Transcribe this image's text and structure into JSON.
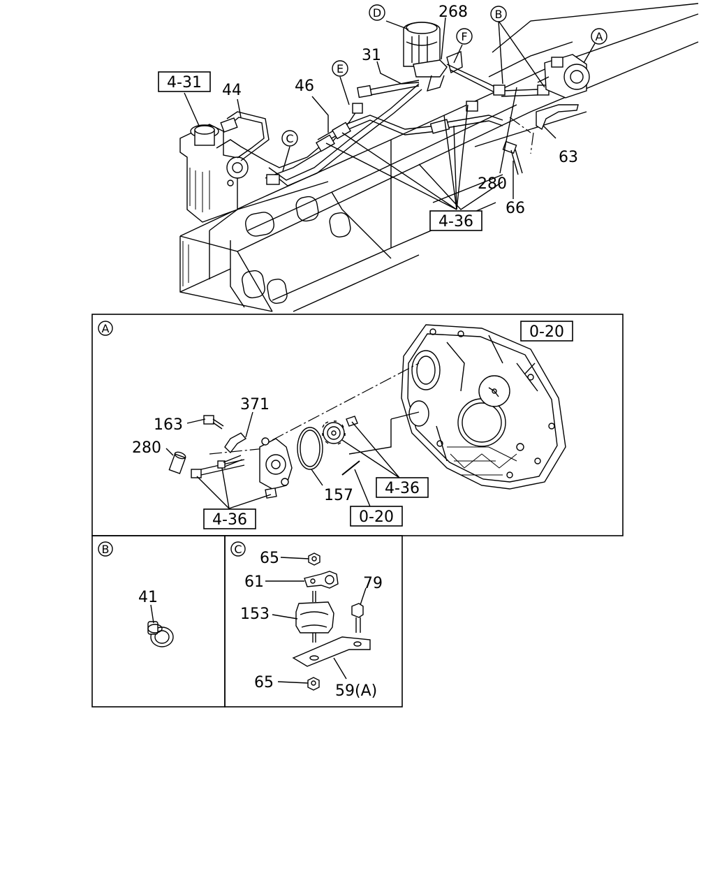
{
  "callouts": {
    "D": "D",
    "F": "F",
    "B": "B",
    "A": "A",
    "E": "E",
    "C": "C"
  },
  "top": {
    "p268": "268",
    "p31": "31",
    "p46": "46",
    "p44": "44",
    "p63": "63",
    "p280": "280",
    "p66": "66",
    "ref_4_31": "4-31",
    "ref_4_36": "4-36"
  },
  "detail_a": {
    "tag": "A",
    "ref_0_20_top": "0-20",
    "p371": "371",
    "p163": "163",
    "p280": "280",
    "p157": "157",
    "ref_4_36_right": "4-36",
    "ref_0_20_bottom": "0-20",
    "ref_4_36_left": "4-36"
  },
  "detail_b": {
    "tag": "B",
    "p41": "41"
  },
  "detail_c": {
    "tag": "C",
    "p65_top": "65",
    "p61": "61",
    "p79": "79",
    "p153": "153",
    "p65_bottom": "65",
    "p59a": "59(A)"
  }
}
